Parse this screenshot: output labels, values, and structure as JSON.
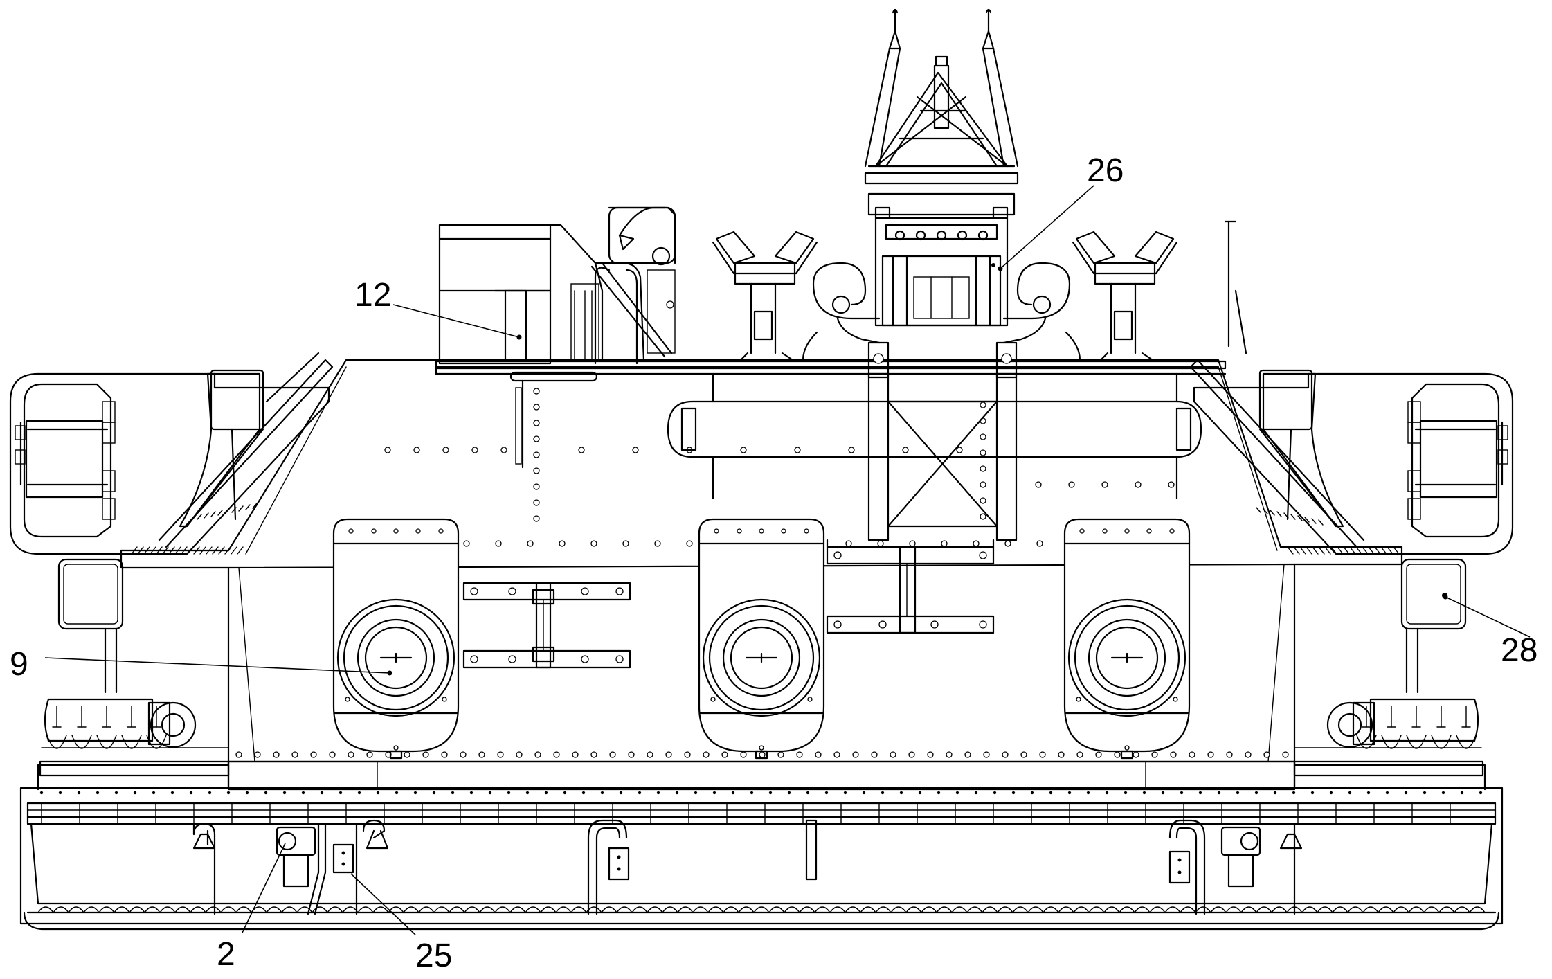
{
  "figure": {
    "callouts": [
      {
        "id": "c26",
        "text": "26"
      },
      {
        "id": "c12",
        "text": "12"
      },
      {
        "id": "c9",
        "text": "9"
      },
      {
        "id": "c28",
        "text": "28"
      },
      {
        "id": "c2",
        "text": "2"
      },
      {
        "id": "c25",
        "text": "25"
      }
    ]
  }
}
